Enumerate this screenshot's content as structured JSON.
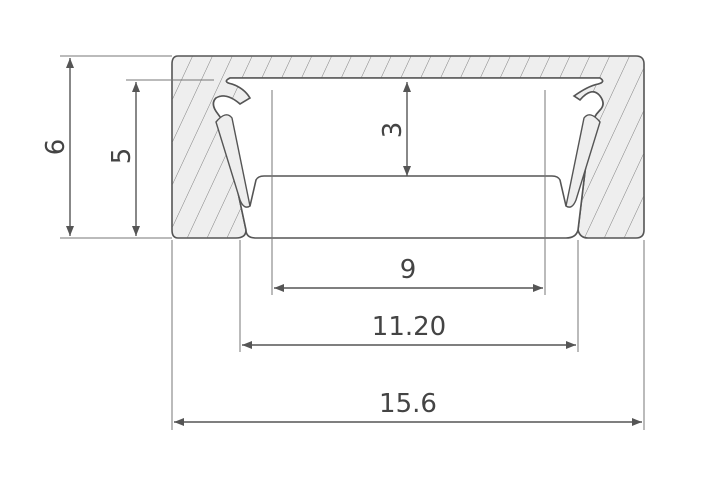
{
  "drawing": {
    "dimensions": {
      "total_height": "6",
      "inner_height": "5",
      "channel_depth": "3",
      "inner_width": "9",
      "opening_width": "11.20",
      "total_width": "15.6"
    },
    "colors": {
      "profile_fill": "#eeeeee",
      "profile_stroke": "#555555",
      "hatch": "#666666",
      "dimension_line": "#555555",
      "text": "#444444"
    }
  }
}
